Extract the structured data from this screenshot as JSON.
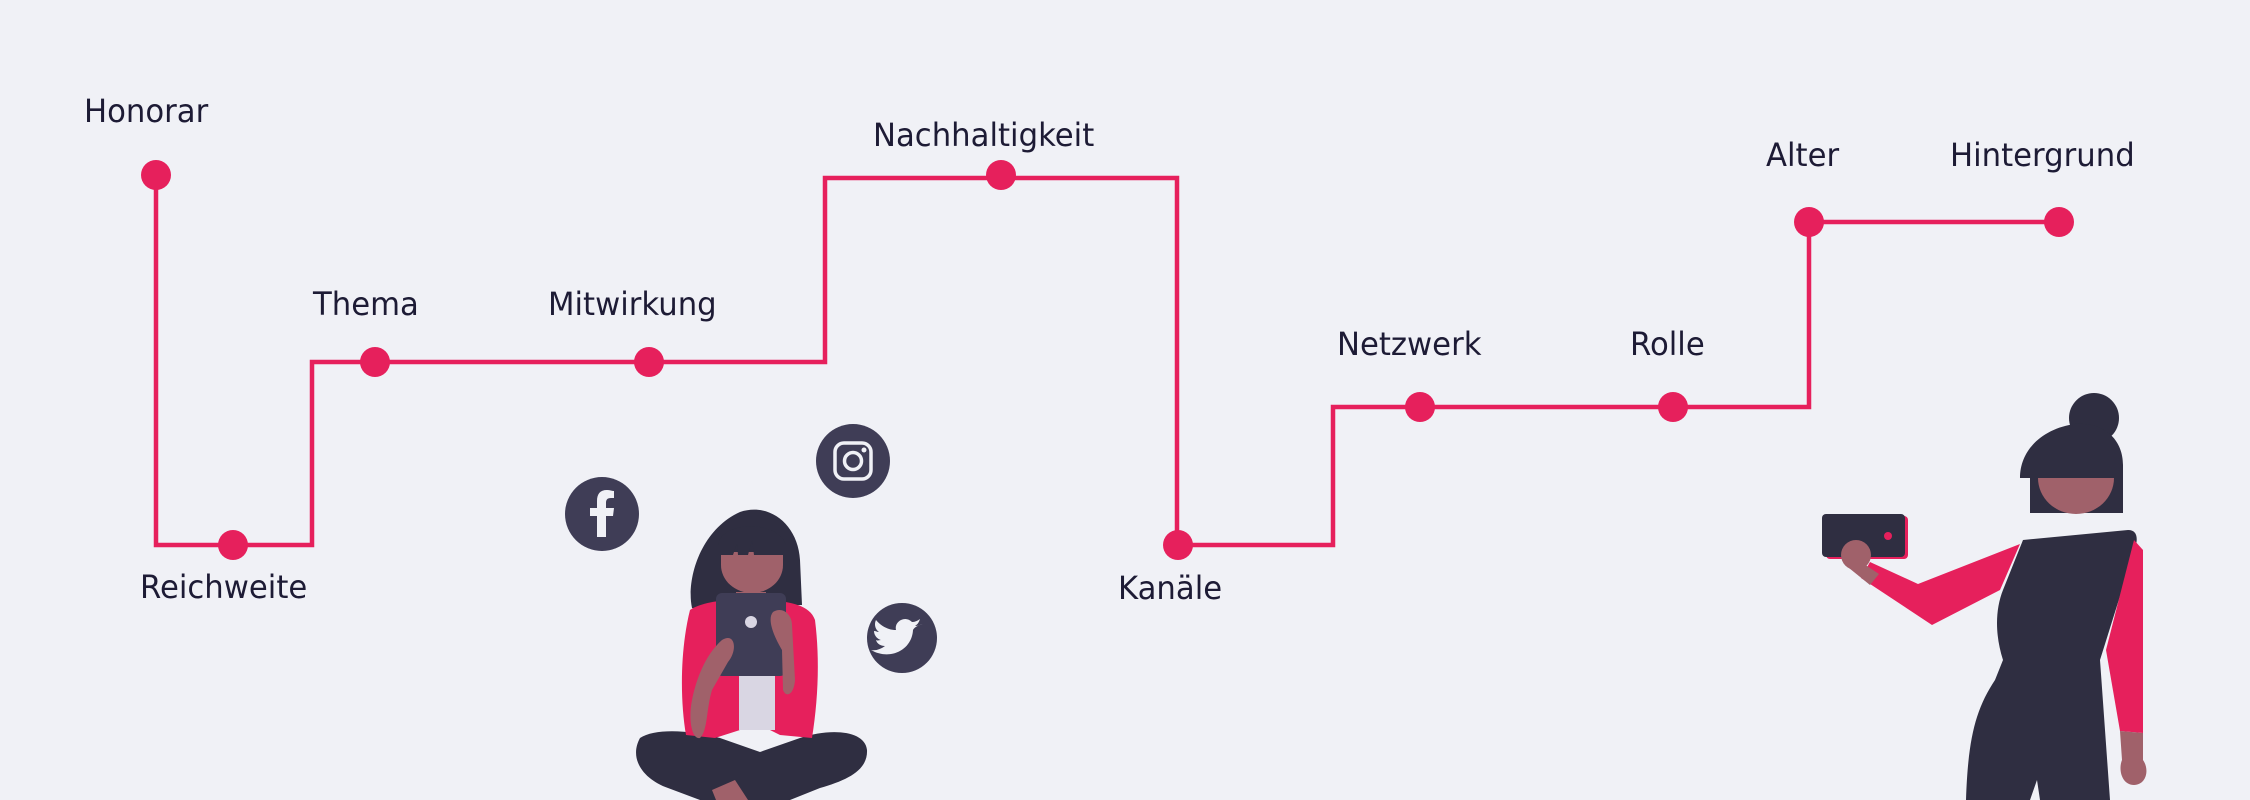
{
  "diagram": {
    "type": "step-path",
    "colors": {
      "background": "#f0f1f6",
      "path": "#e6205c",
      "text": "#1d1b35",
      "icon_bg": "#3f3d56",
      "dark": "#2f2e41",
      "skin": "#a0616a",
      "shirt": "#d9d6e3"
    },
    "nodes": [
      {
        "id": "honorar",
        "label": "Honorar"
      },
      {
        "id": "reichweite",
        "label": "Reichweite"
      },
      {
        "id": "thema",
        "label": "Thema"
      },
      {
        "id": "mitwirkung",
        "label": "Mitwirkung"
      },
      {
        "id": "nachhaltigkeit",
        "label": "Nachhaltigkeit"
      },
      {
        "id": "kanaele",
        "label": "Kanäle"
      },
      {
        "id": "netzwerk",
        "label": "Netzwerk"
      },
      {
        "id": "rolle",
        "label": "Rolle"
      },
      {
        "id": "alter",
        "label": "Alter"
      },
      {
        "id": "hintergrund",
        "label": "Hintergrund"
      }
    ],
    "social_icons": [
      {
        "name": "facebook-icon",
        "glyph": "f"
      },
      {
        "name": "instagram-icon",
        "glyph": "instagram"
      },
      {
        "name": "twitter-icon",
        "glyph": "bird"
      }
    ],
    "illustrations": [
      {
        "name": "sitting-woman-with-tablet"
      },
      {
        "name": "standing-woman-with-phone"
      }
    ]
  }
}
